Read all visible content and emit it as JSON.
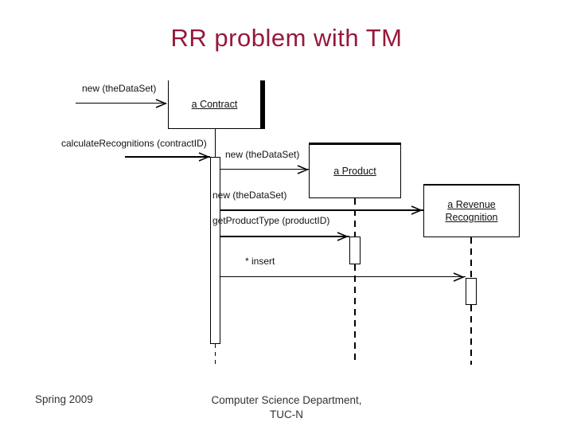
{
  "title": {
    "text": "RR problem with TM",
    "color": "#96183a"
  },
  "footer": {
    "left": "Spring 2009",
    "center_line1": "Computer Science Department,",
    "center_line2": "TUC-N"
  },
  "diagram": {
    "type": "uml-sequence-diagram",
    "objects": [
      {
        "label": "a Contract"
      },
      {
        "label": "a Product"
      },
      {
        "label_line1": "a Revenue",
        "label_line2": "Recognition"
      }
    ],
    "messages": [
      {
        "label": "new (theDataSet)",
        "to": "a Contract"
      },
      {
        "label": "calculateRecognitions (contractID)",
        "to": "a Contract"
      },
      {
        "label": "new (theDataSet)",
        "from": "a Contract",
        "to": "a Product"
      },
      {
        "label": "new (theDataSet)",
        "from": "a Contract",
        "to": "a Revenue Recognition"
      },
      {
        "label": "getProductType (productID)",
        "from": "a Contract",
        "to": "a Product"
      },
      {
        "label": "* insert",
        "from": "a Contract",
        "to": "a Revenue Recognition"
      }
    ]
  }
}
